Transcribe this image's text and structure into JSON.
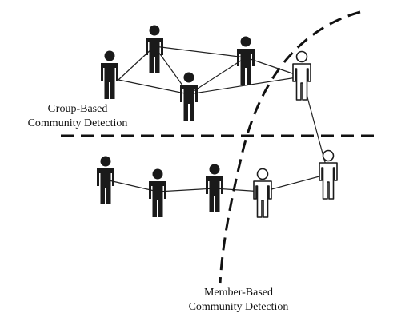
{
  "labels": {
    "group_line1": "Group-Based",
    "group_line2": "Community Detection",
    "member_line1": "Member-Based",
    "member_line2": "Community Detection"
  },
  "colors": {
    "filled_person": "#1a1a1a",
    "hollow_person_fill": "#ffffff",
    "hollow_person_stroke": "#1a1a1a",
    "edge": "#222222",
    "divider": "#111111"
  },
  "nodes": [
    {
      "id": "n1",
      "style": "filled"
    },
    {
      "id": "n2",
      "style": "filled"
    },
    {
      "id": "n3",
      "style": "filled"
    },
    {
      "id": "n4",
      "style": "filled"
    },
    {
      "id": "n5",
      "style": "hollow"
    },
    {
      "id": "n6",
      "style": "filled"
    },
    {
      "id": "n7",
      "style": "filled"
    },
    {
      "id": "n8",
      "style": "filled"
    },
    {
      "id": "n9",
      "style": "hollow"
    },
    {
      "id": "n10",
      "style": "hollow"
    }
  ],
  "edges": [
    [
      "n1",
      "n2"
    ],
    [
      "n1",
      "n3"
    ],
    [
      "n2",
      "n3"
    ],
    [
      "n2",
      "n4"
    ],
    [
      "n3",
      "n4"
    ],
    [
      "n3",
      "n5"
    ],
    [
      "n4",
      "n5"
    ],
    [
      "n5",
      "n10"
    ],
    [
      "n6",
      "n7"
    ],
    [
      "n7",
      "n8"
    ],
    [
      "n8",
      "n9"
    ],
    [
      "n9",
      "n10"
    ]
  ]
}
